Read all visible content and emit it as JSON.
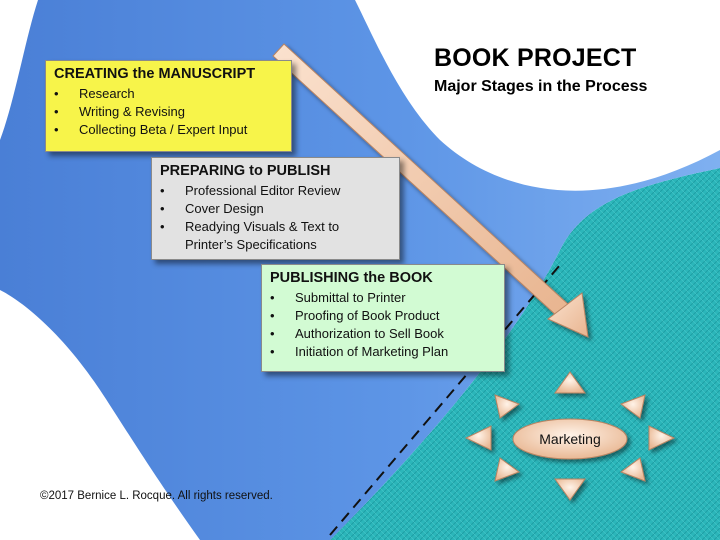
{
  "title": "BOOK PROJECT",
  "subtitle": "Major Stages in the Process",
  "stages": [
    {
      "heading": "CREATING the MANUSCRIPT",
      "items": [
        "Research",
        "Writing & Revising",
        "Collecting Beta / Expert Input"
      ]
    },
    {
      "heading": "PREPARING to PUBLISH",
      "items": [
        "Professional Editor Review",
        "Cover Design",
        "Readying Visuals & Text to",
        "Printer’s Specifications"
      ]
    },
    {
      "heading": "PUBLISHING the BOOK",
      "items": [
        "Submittal to Printer",
        "Proofing of Book Product",
        "Authorization to Sell Book",
        "Initiation of Marketing Plan"
      ]
    }
  ],
  "marketing": "Marketing",
  "copyright": "©2017 Bernice L. Rocque. All rights reserved.",
  "colors": {
    "blue_shape": "#5b8fe0",
    "teal_region": "#27b5b9",
    "creating_box": "#f7f44a",
    "preparing_box": "#e2e2e2",
    "publishing_box": "#d2fbd3",
    "arrow": "#f3c9a9",
    "sun": "#f1cfb4"
  }
}
